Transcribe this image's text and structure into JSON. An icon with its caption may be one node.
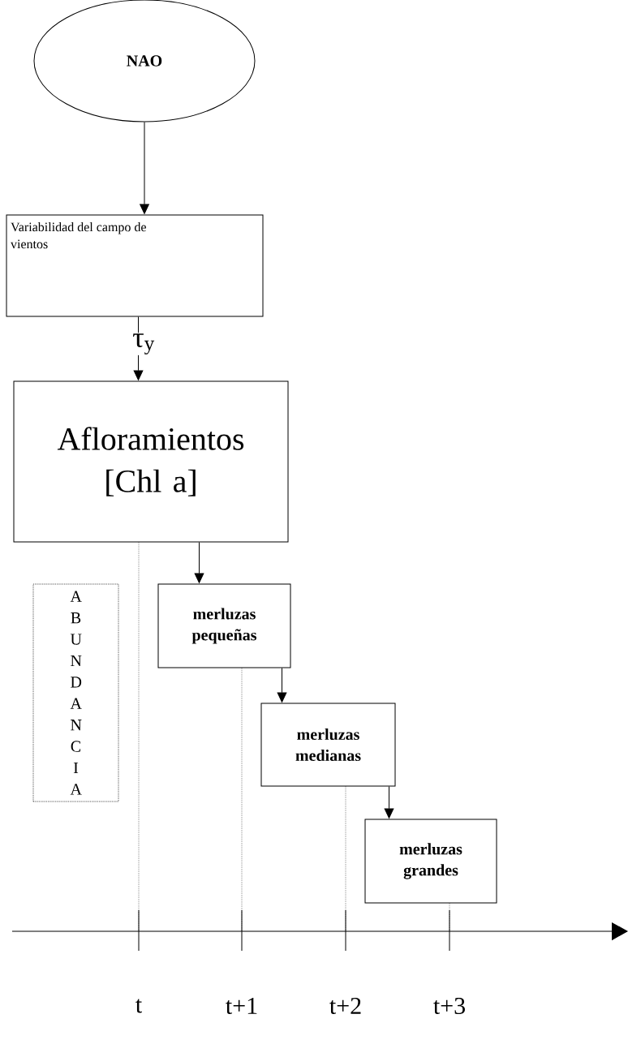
{
  "diagram": {
    "nodes": [
      {
        "text": [
          "NAO"
        ]
      },
      {
        "text": [
          "Variabilidad del campo de vientos"
        ]
      },
      {
        "text": [
          "Afloramientos [Chl a]"
        ]
      },
      {
        "text": [
          "A B U N D A N C I A"
        ]
      },
      {
        "text": [
          "merluzas pequeñas"
        ]
      },
      {
        "text": [
          "merluzas medianas"
        ]
      },
      {
        "text": [
          "merluzas grandes"
        ]
      }
    ],
    "edges": [
      {
        "from": 0,
        "to": 1,
        "arrow": "to"
      },
      {
        "from": 1,
        "to": 2,
        "arrow": "to",
        "label": "τ$_{y}$"
      },
      {
        "from": 2,
        "to": 4,
        "arrow": "to"
      },
      {
        "from": 4,
        "to": 5,
        "arrow": "to"
      },
      {
        "from": 5,
        "to": 6,
        "arrow": "to"
      }
    ],
    "labels": [
      "t",
      "t+1",
      "t+2",
      "t+3"
    ]
  }
}
